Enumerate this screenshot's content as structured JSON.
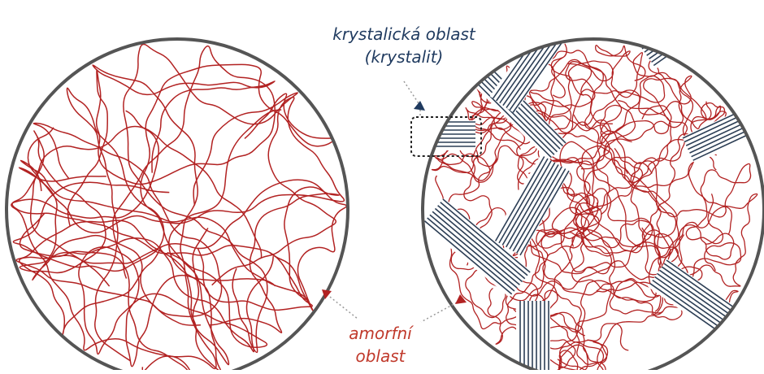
{
  "labels": {
    "crystalline_line1": "krystalická oblast",
    "crystalline_line2": "(krystalit)",
    "amorphous_line1": "amorfní",
    "amorphous_line2": "oblast"
  },
  "colors": {
    "chain": "#b22222",
    "crystal": "#2c3e55",
    "circle_border": "#555555",
    "crystal_label": "#1f3a5f",
    "amorphous_label": "#c0392b",
    "leader": "#999999"
  },
  "panels": [
    {
      "name": "amorphous-polymer-panel",
      "has_crystallites": false
    },
    {
      "name": "semicrystalline-polymer-panel",
      "has_crystallites": true
    }
  ]
}
